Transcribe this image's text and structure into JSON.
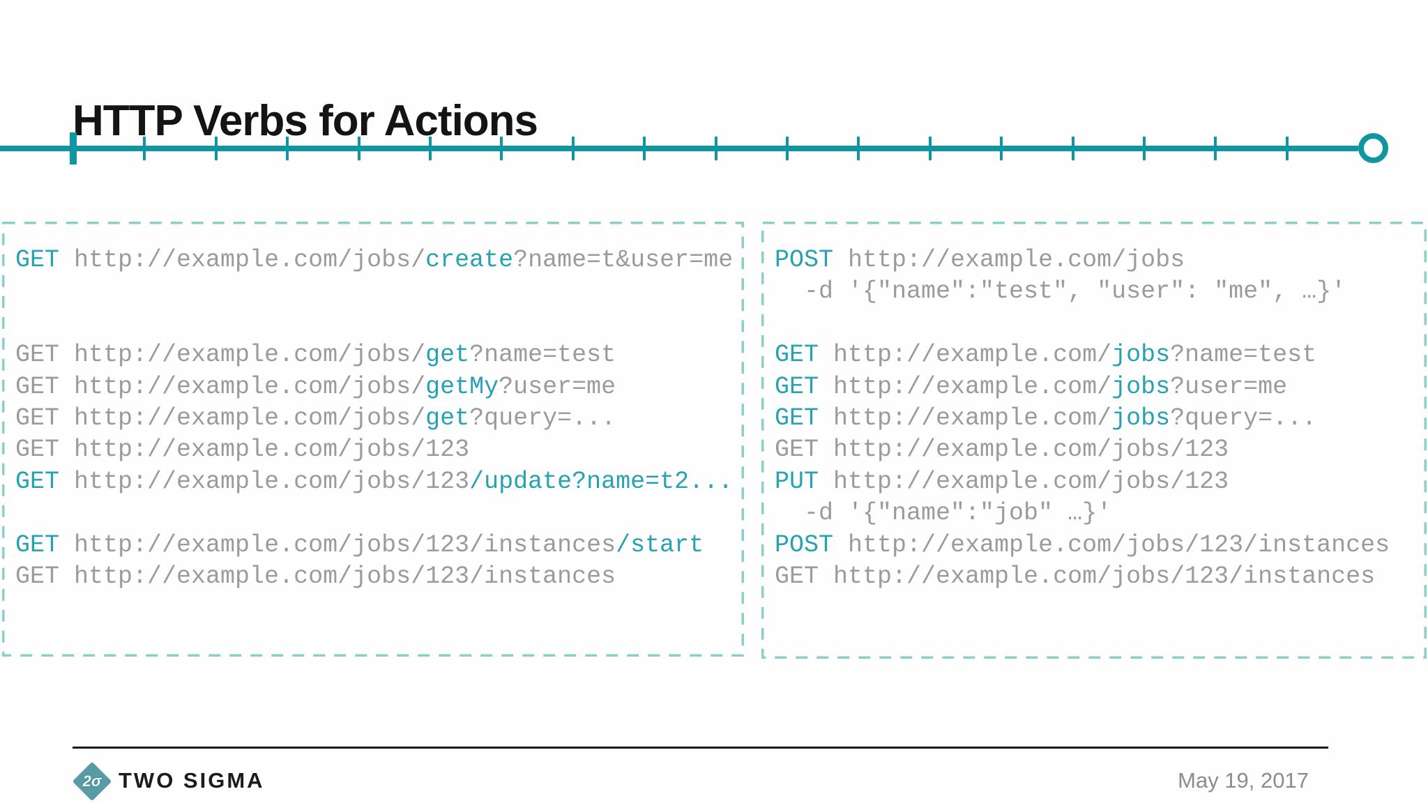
{
  "slide": {
    "title": "HTTP Verbs for Actions",
    "brand": "TWO SIGMA",
    "logo_glyph": "2σ",
    "date": "May 19, 2017"
  },
  "colors": {
    "accent_teal": "#1095a3",
    "code_teal": "#28a1b1",
    "code_gray": "#9b9b9b",
    "border_teal": "#8bcfca",
    "date_gray": "#8c8c8c",
    "divider_dark": "#1b1b1b",
    "logo_teal": "#579ca5"
  },
  "timeline": {
    "tick_count": 18,
    "active_tick": 0
  },
  "left_box": {
    "lines": [
      [
        {
          "t": "GET",
          "c": "teal"
        },
        {
          "t": " http://example.com/jobs/",
          "c": "gray"
        },
        {
          "t": "create",
          "c": "teal"
        },
        {
          "t": "?name=t&user=me",
          "c": "gray"
        }
      ],
      [],
      [],
      [
        {
          "t": "GET http://example.com/jobs/",
          "c": "gray"
        },
        {
          "t": "get",
          "c": "teal"
        },
        {
          "t": "?name=test",
          "c": "gray"
        }
      ],
      [
        {
          "t": "GET http://example.com/jobs/",
          "c": "gray"
        },
        {
          "t": "getMy",
          "c": "teal"
        },
        {
          "t": "?user=me",
          "c": "gray"
        }
      ],
      [
        {
          "t": "GET http://example.com/jobs/",
          "c": "gray"
        },
        {
          "t": "get",
          "c": "teal"
        },
        {
          "t": "?query=...",
          "c": "gray"
        }
      ],
      [
        {
          "t": "GET http://example.com/jobs/123",
          "c": "gray"
        }
      ],
      [
        {
          "t": "GET",
          "c": "teal"
        },
        {
          "t": " http://example.com/jobs/123",
          "c": "gray"
        },
        {
          "t": "/update?name=t2...",
          "c": "teal"
        }
      ],
      [],
      [
        {
          "t": "GET",
          "c": "teal"
        },
        {
          "t": " http://example.com/jobs/123/instances",
          "c": "gray"
        },
        {
          "t": "/start",
          "c": "teal"
        }
      ],
      [
        {
          "t": "GET http://example.com/jobs/123/instances",
          "c": "gray"
        }
      ]
    ]
  },
  "right_box": {
    "lines": [
      [
        {
          "t": "POST",
          "c": "teal"
        },
        {
          "t": " http://example.com/jobs",
          "c": "gray"
        }
      ],
      [
        {
          "t": "  -d '{\"name\":\"test\", \"user\": \"me\", …}'",
          "c": "gray"
        }
      ],
      [],
      [
        {
          "t": "GET",
          "c": "teal"
        },
        {
          "t": " http://example.com/",
          "c": "gray"
        },
        {
          "t": "jobs",
          "c": "teal"
        },
        {
          "t": "?name=test",
          "c": "gray"
        }
      ],
      [
        {
          "t": "GET",
          "c": "teal"
        },
        {
          "t": " http://example.com/",
          "c": "gray"
        },
        {
          "t": "jobs",
          "c": "teal"
        },
        {
          "t": "?user=me",
          "c": "gray"
        }
      ],
      [
        {
          "t": "GET",
          "c": "teal"
        },
        {
          "t": " http://example.com/",
          "c": "gray"
        },
        {
          "t": "jobs",
          "c": "teal"
        },
        {
          "t": "?query=...",
          "c": "gray"
        }
      ],
      [
        {
          "t": "GET http://example.com/jobs/123",
          "c": "gray"
        }
      ],
      [
        {
          "t": "PUT",
          "c": "teal"
        },
        {
          "t": " http://example.com/jobs/123",
          "c": "gray"
        }
      ],
      [
        {
          "t": "  -d '{\"name\":\"job\" …}'",
          "c": "gray"
        }
      ],
      [
        {
          "t": "POST",
          "c": "teal"
        },
        {
          "t": " http://example.com/jobs/123/instances",
          "c": "gray"
        }
      ],
      [
        {
          "t": "GET http://example.com/jobs/123/instances",
          "c": "gray"
        }
      ]
    ]
  }
}
